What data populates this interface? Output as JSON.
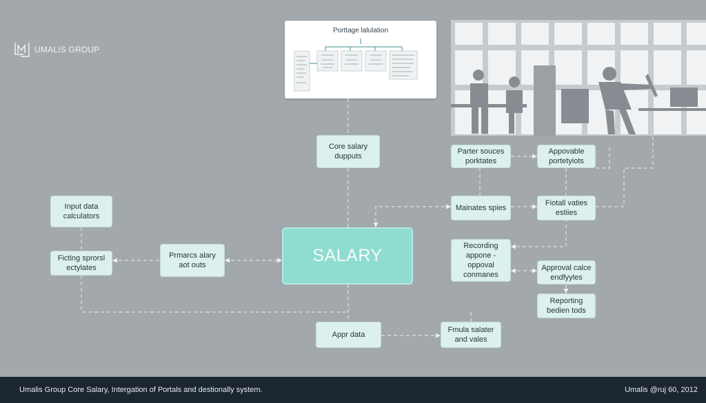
{
  "brand": {
    "logo_name": "UMALIS GROUP"
  },
  "portal_panel": {
    "title": "Porttage lalulation"
  },
  "center": {
    "label": "SALARY"
  },
  "nodes": {
    "core_salary": [
      "Core salary",
      "dupputs"
    ],
    "input_data": [
      "Input data",
      "calculators"
    ],
    "fitting": [
      "Ficting sprorsl",
      "ectylates"
    ],
    "primarcs": [
      "Prmarcs alary",
      "aot outs"
    ],
    "appr_data": [
      "Appr data"
    ],
    "formula": [
      "Fmula salater",
      "and vales"
    ],
    "partner": [
      "Parter souces",
      "porktates"
    ],
    "approvable": [
      "Appovable",
      "portetyiots"
    ],
    "maintates": [
      "Mainates spies"
    ],
    "fiotall": [
      "Fiotall vaties",
      "estiies"
    ],
    "recording": [
      "Recording",
      "appone -",
      "oppoval",
      "conmanes"
    ],
    "approval_calce": [
      "Approval calce",
      "endfyyles"
    ],
    "reporting": [
      "Reporting",
      "bedien tods"
    ]
  },
  "footer": {
    "left": "Umalis Group Core Salary, Intergation of Portals and destionally system.",
    "right": "Umalis @ruj 60, 2012"
  },
  "colors": {
    "background": "#a3a8ad",
    "node": "#dcf0ee",
    "center": "#8fdcd0",
    "footer": "#1b2630"
  }
}
